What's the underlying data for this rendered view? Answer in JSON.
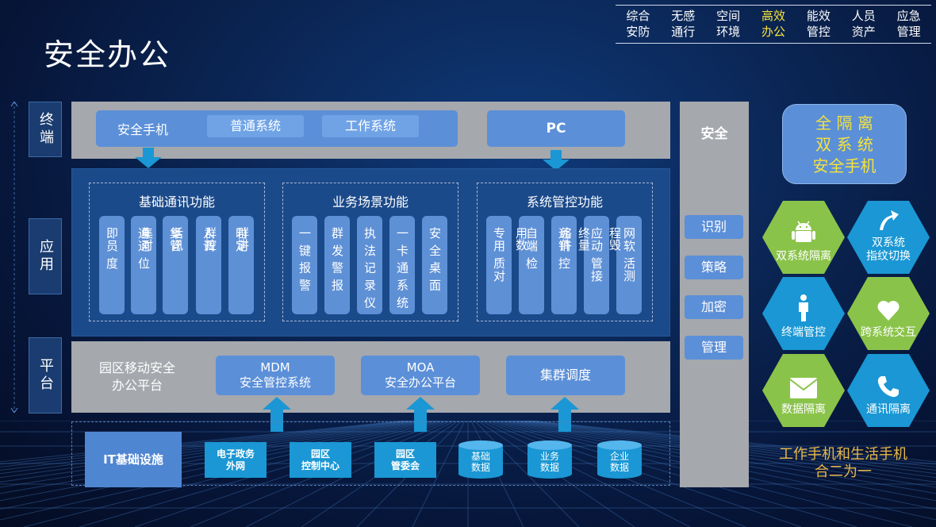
{
  "nav": {
    "tabs": [
      {
        "label": "综合\n安防",
        "active": false
      },
      {
        "label": "无感\n通行",
        "active": false
      },
      {
        "label": "空间\n环境",
        "active": false
      },
      {
        "label": "高效\n办公",
        "active": true
      },
      {
        "label": "能效\n管控",
        "active": false
      },
      {
        "label": "人员\n资产",
        "active": false
      },
      {
        "label": "应急\n管理",
        "active": false
      }
    ]
  },
  "title": "安全办公",
  "rail": {
    "terminal": "终端",
    "application": "应用",
    "platform": "平台"
  },
  "terminal": {
    "phone": "安全手机",
    "normal": "普通系统",
    "work": "工作系统",
    "pc": "PC"
  },
  "application": {
    "groups": [
      {
        "title": "基础通讯功能",
        "items": [
          "即员\n度",
          "通通\n位",
          "集管",
          "集对",
          "人调",
          "时定",
          "话讯",
          "群控",
          "群讲"
        ]
      },
      {
        "title": "业务场景功能",
        "items": [
          "一\n键\n报\n警",
          "群\n发\n警\n报",
          "执\n法\n记\n录\n仪",
          "一\n卡\n通\n系\n统",
          "安\n全\n桌\n面"
        ]
      },
      {
        "title": "系统管控功能",
        "items": [
          "专用\n质对",
          "自端\n检",
          "远销\n控",
          "用数",
          "络件",
          "终量",
          "应动\n管接",
          "程毁",
          "网软\n活测"
        ]
      }
    ]
  },
  "platform": {
    "name": "园区移动安全\n办公平台",
    "mdm": "MDM\n安全管控系统",
    "moa": "MOA\n安全办公平台",
    "cluster": "集群调度"
  },
  "infra": {
    "label": "IT基础设施",
    "boxes": [
      "电子政务\n外网",
      "园区\n控制中心",
      "园区\n管委会"
    ],
    "cylinders": [
      "基础\n数据",
      "业务\n数据",
      "企业\n数据"
    ]
  },
  "security": {
    "title": "安全",
    "items": [
      "识别",
      "策略",
      "加密",
      "管理"
    ]
  },
  "right": {
    "card": "全 隔 离\n双 系 统\n安全手机",
    "hexes": [
      {
        "label": "双系统隔离",
        "icon": "android-icon",
        "color": "#8ac34a"
      },
      {
        "label": "双系统\n指纹切换",
        "icon": "switch-arrow-icon",
        "color": "#1a97d4"
      },
      {
        "label": "终端管控",
        "icon": "person-icon",
        "color": "#1a97d4"
      },
      {
        "label": "跨系统交互",
        "icon": "heart-icon",
        "color": "#8ac34a"
      },
      {
        "label": "数据隔离",
        "icon": "envelope-icon",
        "color": "#8ac34a"
      },
      {
        "label": "通讯隔离",
        "icon": "phone-icon",
        "color": "#1a97d4"
      }
    ],
    "footer": "工作手机和生活手机\n合二为一"
  }
}
